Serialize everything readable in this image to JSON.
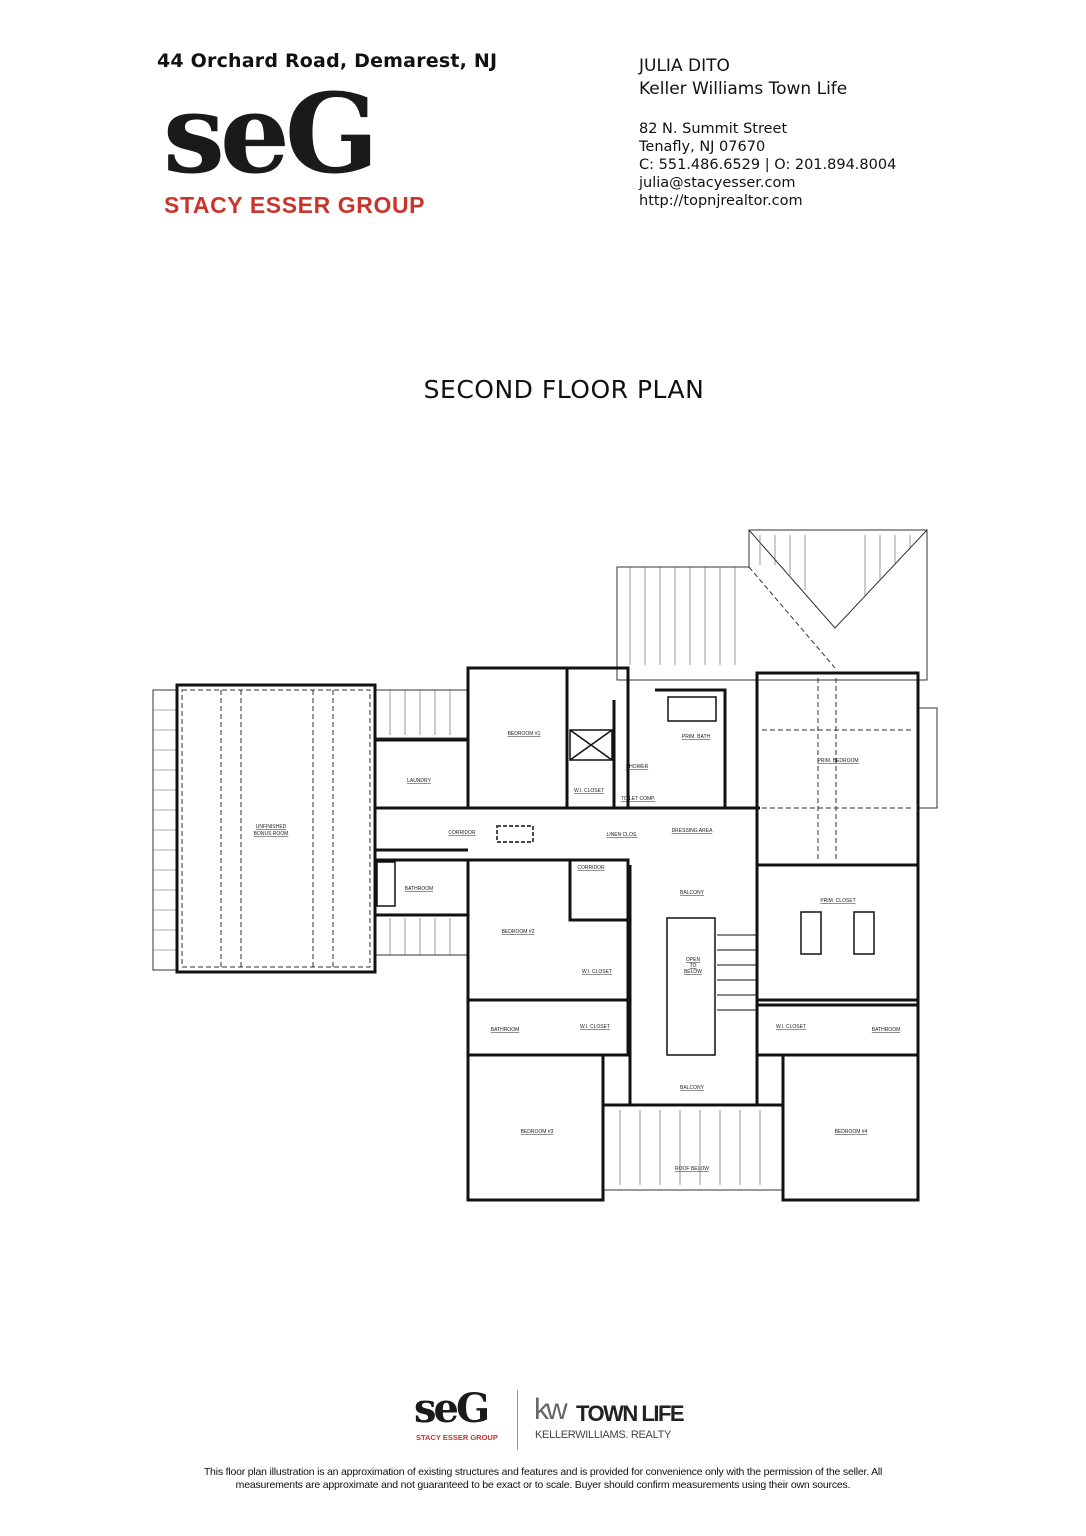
{
  "header": {
    "address": "44 Orchard Road, Demarest, NJ",
    "logo": {
      "mark": "seG",
      "name": "STACY ESSER GROUP"
    },
    "agent_name": "JULIA DITO",
    "brokerage": "Keller Williams Town Life",
    "street": "82 N. Summit Street",
    "city": "Tenafly, NJ 07670",
    "phones": "C: 551.486.6529 | O: 201.894.8004",
    "email": "julia@stacyesser.com",
    "website": "http://topnjrealtor.com"
  },
  "plan": {
    "title": "SECOND FLOOR PLAN",
    "rooms": {
      "bonus": [
        "UNFINISHED",
        "BONUS ROOM"
      ],
      "laundry": "LAUNDRY",
      "corridor1": "CORRIDOR",
      "corridor2": "CORRIDOR",
      "bath_hall": "BATHROOM",
      "bedroom1": "BEDROOM #1",
      "wic1": "W.I. CLOSET",
      "shower": "SHOWER",
      "toilet": "TOILET COMP.",
      "prim_bath": "PRIM. BATH",
      "linen": "LINEN CLOS.",
      "dressing": "DRESSING AREA",
      "prim_bedroom": "PRIM. BEDROOM",
      "bedroom2": "BEDROOM #2",
      "wic2": "W.I. CLOSET",
      "balcony1": "BALCONY",
      "open": [
        "OPEN",
        "TO",
        "BELOW"
      ],
      "prim_closet": "PRIM. CLOSET",
      "bath3": "BATHROOM",
      "wic3": "W.I. CLOSET",
      "wic4": "W.I. CLOSET",
      "bath4": "BATHROOM",
      "balcony2": "BALCONY",
      "bedroom3": "BEDROOM #3",
      "bedroom4": "BEDROOM #4",
      "roof_below": "ROOF BELOW"
    }
  },
  "footer": {
    "seg_mark": "seG",
    "seg_name": "STACY ESSER GROUP",
    "kw_mark": "kw",
    "kw_town": "TOWN LIFE",
    "kw_realty": "KELLERWILLIAMS. REALTY",
    "disclaimer_line1": "This floor plan illustration is an approximation of existing structures and features and is provided for convenience only with the permission of the seller. All",
    "disclaimer_line2": "measurements are approximate and not guaranteed to be exact or to scale. Buyer should confirm measurements using their own sources."
  },
  "colors": {
    "brand_red": "#c9352b",
    "text": "#111111"
  }
}
